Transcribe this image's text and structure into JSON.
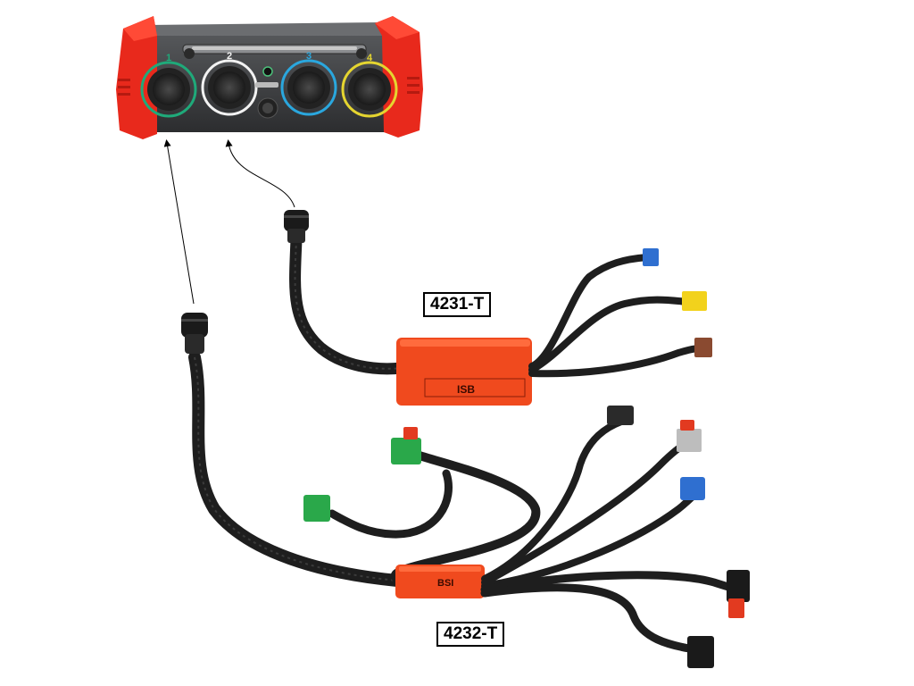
{
  "device": {
    "ports": [
      {
        "number": "1",
        "ring_color": "#1faa7a"
      },
      {
        "number": "2",
        "ring_color": "#f2f2f2"
      },
      {
        "number": "3",
        "ring_color": "#2aa7de"
      },
      {
        "number": "4",
        "ring_color": "#e5d530"
      }
    ],
    "bumper_color": "#e8291c",
    "body_color": "#3a3a3c"
  },
  "cables": {
    "isb": {
      "part_label": "4231-T",
      "module_text": "ISB",
      "module_color": "#f04a1e"
    },
    "bsi": {
      "part_label": "4232-T",
      "module_text": "BSI",
      "module_color": "#f04a1e"
    }
  },
  "icons": [
    "measurement-module-image",
    "connector-port-icon",
    "arrow-pointer-icon"
  ]
}
